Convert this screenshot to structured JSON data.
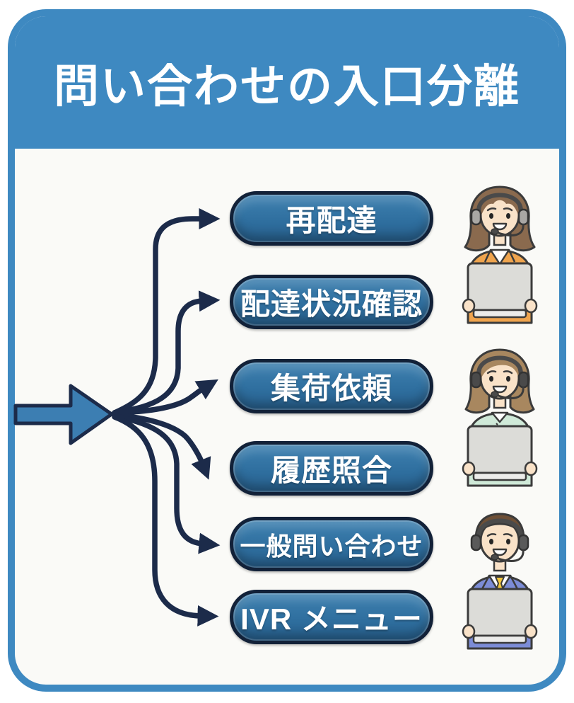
{
  "title": "問い合わせの入口分離",
  "buttons": [
    {
      "label": "再配達"
    },
    {
      "label": "配達状況確認"
    },
    {
      "label": "集荷依頼"
    },
    {
      "label": "履歴照合"
    },
    {
      "label": "一般問い合わせ"
    },
    {
      "label": "IVR メニュー"
    }
  ],
  "operators": [
    {
      "name": "operator-woman-orange-jacket",
      "colors": {
        "hair": "#8a6a4e",
        "skin": "#f9e2c8",
        "jacket": "#efa44e",
        "shirt": "#ffffff",
        "cup": "#a9a7a4",
        "laptop": "#dcdcd8"
      }
    },
    {
      "name": "operator-woman-mint-shirt",
      "colors": {
        "hair": "#a8875f",
        "skin": "#f9e2c8",
        "jacket": "#cfe9d8",
        "shirt": "#ffffff",
        "cup": "#4a4a4a",
        "laptop": "#dcdcd8"
      }
    },
    {
      "name": "operator-man-blue-suit",
      "colors": {
        "hair": "#6d4f36",
        "skin": "#f9e2c8",
        "jacket": "#7c8cd6",
        "shirt": "#ffffff",
        "cup": "#5a5a5a",
        "laptop": "#dcdcd8",
        "tie": "#f2c63d"
      }
    }
  ],
  "colors": {
    "frameBlue": "#3e89c1",
    "panelBg": "#fafaf7",
    "buttonFill": "#2f6f9f",
    "buttonFillLight": "#3f81b0",
    "buttonFillDark": "#28618f",
    "buttonBorder": "#122138",
    "buttonText": "#ffffff",
    "lineNavy": "#1c2b4a",
    "arrowFill": "#3c7eb2",
    "titleText": "#ffffff"
  }
}
